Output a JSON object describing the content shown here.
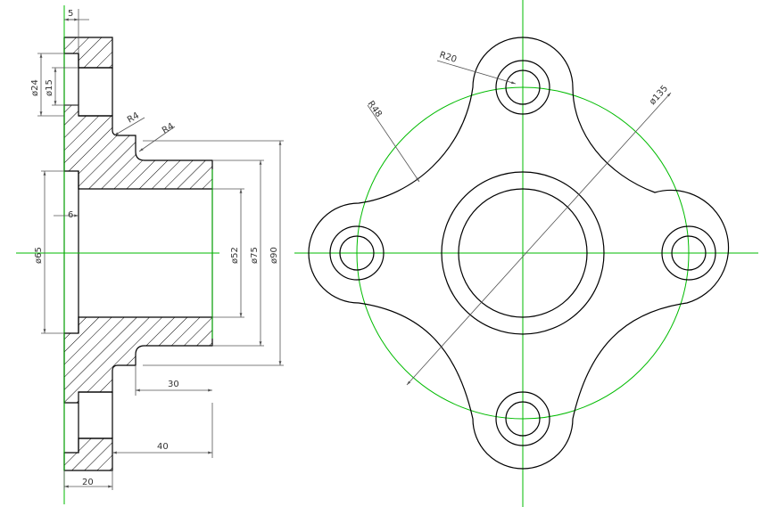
{
  "colors": {
    "background": "#ffffff",
    "outline": "#000000",
    "centerline": "#00bb00",
    "dimension": "#555555",
    "hatch": "#000000"
  },
  "section_view": {
    "dimensions": {
      "top_offset": "5",
      "bore_24": "ø24",
      "bore_15": "ø15",
      "fillet_upper": "R4",
      "fillet_lower": "R4",
      "step_6": "6",
      "dia_65": "ø65",
      "dia_52": "ø52",
      "dia_75": "ø75",
      "dia_90": "ø90",
      "len_30": "30",
      "len_40": "40",
      "width_20": "20"
    }
  },
  "front_view": {
    "dimensions": {
      "lobe_radius": "R20",
      "blend_radius": "R48",
      "pitch_circle": "ø135"
    }
  }
}
